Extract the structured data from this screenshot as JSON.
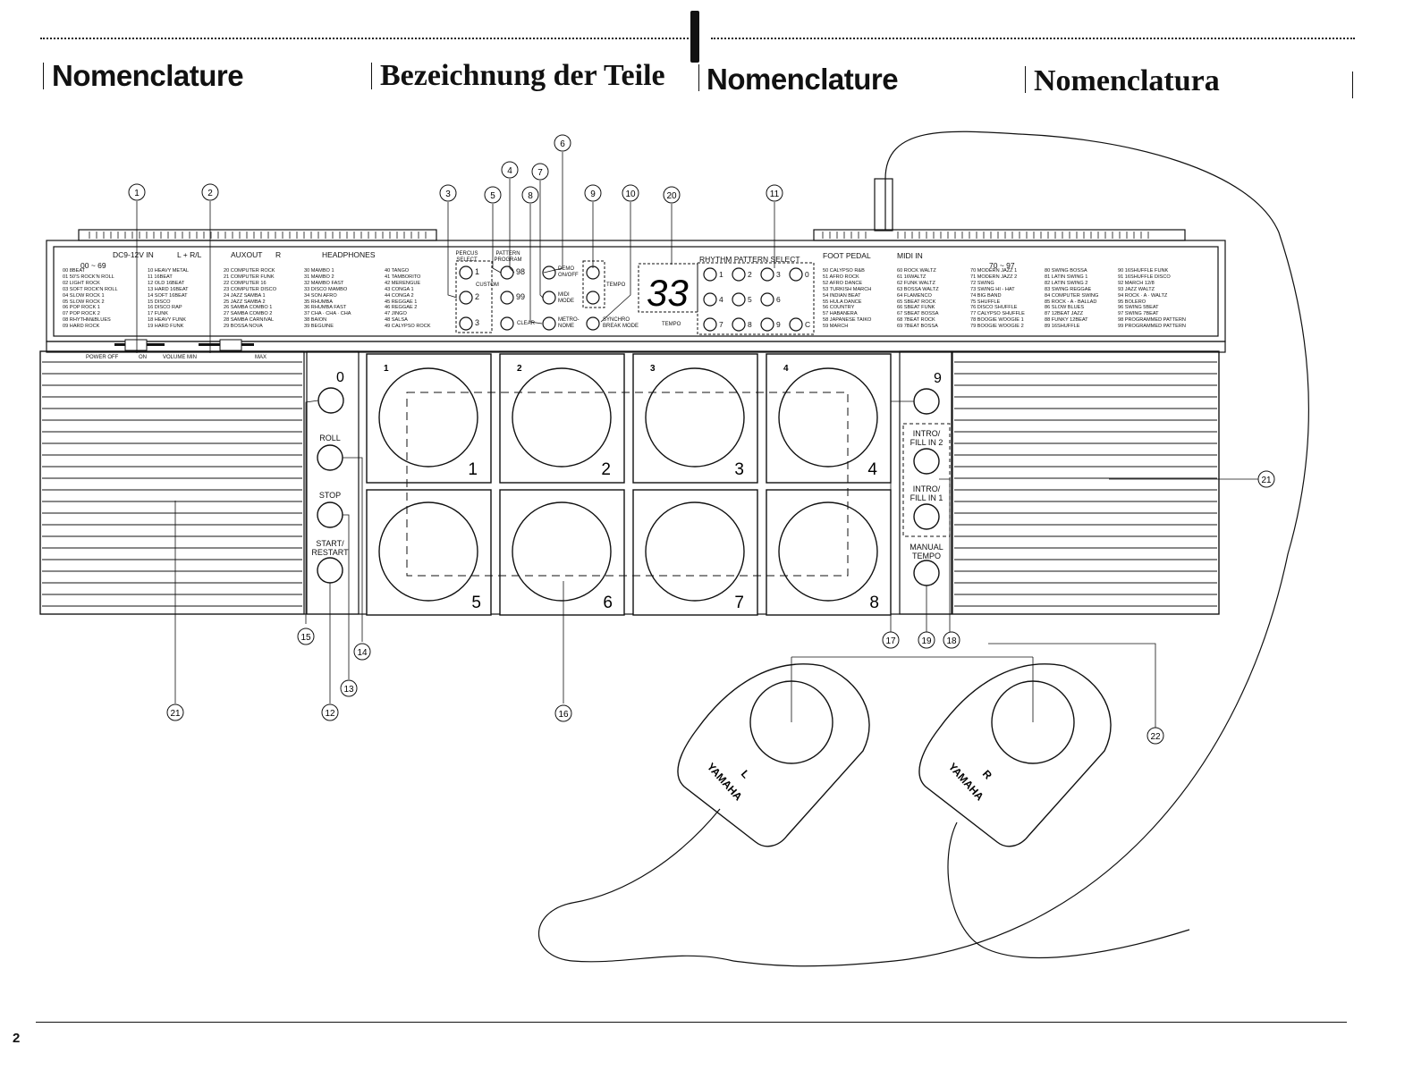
{
  "headers": [
    "Nomenclature",
    "Bezeichnung der Teile",
    "Nomenclature",
    "Nomenclatura"
  ],
  "page_number": "2",
  "connectors": {
    "dc_in": "DC9-12V IN",
    "line_out": "L + R/L",
    "aux_out": "AUXOUT",
    "aux_r": "R",
    "headphones": "HEADPHONES",
    "foot_pedal": "FOOT PEDAL",
    "midi_in": "MIDI IN",
    "power_label": "POWER OFF",
    "power_on": "ON",
    "volume_min": "VOLUME MIN",
    "volume_max": "MAX"
  },
  "rhythm_ranges": {
    "left": "00 ~ 69",
    "right": "70 ~ 97"
  },
  "rhythm_list": [
    [
      "00 8BEAT",
      "01 50'S ROCK'N ROLL",
      "02 LIGHT ROCK",
      "03 SOFT ROCK'N ROLL",
      "04 SLOW ROCK 1",
      "05 SLOW ROCK 2",
      "06 POP ROCK 1",
      "07 POP ROCK 2",
      "08 RHYTHM&BLUES",
      "09 HARD ROCK"
    ],
    [
      "10 HEAVY METAL",
      "11 16BEAT",
      "12 OLD 16BEAT",
      "13 HARD 16BEAT",
      "14 SOFT 16BEAT",
      "15 DISCO",
      "16 DISCO RAP",
      "17 FUNK",
      "18 HEAVY FUNK",
      "19 HARD FUNK"
    ],
    [
      "20 COMPUTER ROCK",
      "21 COMPUTER FUNK",
      "22 COMPUTER 16",
      "23 COMPUTER DISCO",
      "24 JAZZ SAMBA 1",
      "25 JAZZ SAMBA 2",
      "26 SAMBA COMBO 1",
      "27 SAMBA COMBO 2",
      "28 SAMBA CARNIVAL",
      "29 BOSSA NOVA"
    ],
    [
      "30 MAMBO 1",
      "31 MAMBO 2",
      "32 MAMBO FAST",
      "33 DISCO MAMBO",
      "34 SON AFRO",
      "35 RHUMBA",
      "36 RHUMBA FAST",
      "37 CHA · CHA · CHA",
      "38 BAION",
      "39 BEGUINE"
    ],
    [
      "40 TANGO",
      "41 TAMBORITO",
      "42 MERENGUE",
      "43 CONGA 1",
      "44 CONGA 2",
      "45 REGGAE 1",
      "46 REGGAE 2",
      "47 JINGO",
      "48 SALSA",
      "49 CALYPSO ROCK"
    ],
    [
      "50 CALYPSO R&B",
      "51 AFRO ROCK",
      "52 AFRO DANCE",
      "53 TURKISH MARCH",
      "54 INDIAN BEAT",
      "55 HULA DANCE",
      "56 COUNTRY",
      "57 HABANERA",
      "58 JAPANESE TAIKO",
      "59 MARCH"
    ],
    [
      "60 ROCK WALTZ",
      "61 16WALTZ",
      "62 FUNK WALTZ",
      "63 BOSSA WALTZ",
      "64 FLAMENCO",
      "65 SBEAT ROCK",
      "66 SBEAT FUNK",
      "67 SBEAT BOSSA",
      "68 7BEAT ROCK",
      "69 7BEAT BOSSA"
    ],
    [
      "70 MODERN JAZZ 1",
      "71 MODERN JAZZ 2",
      "72 SWING",
      "73 SWING HI - HAT",
      "74 BIG BAND",
      "75 SHUFFLE",
      "76 DISCO SHUFFLE",
      "77 CALYPSO SHUFFLE",
      "78 BOOGIE WOOGIE 1",
      "79 BOOGIE WOOGIE 2"
    ],
    [
      "80 SWING BOSSA",
      "81 LATIN SWING 1",
      "82 LATIN SWING 2",
      "83 SWING REGGAE",
      "84 COMPUTER SWING",
      "85 ROCK - A - BALLAD",
      "86 SLOW BLUES",
      "87 12BEAT JAZZ",
      "88 FUNKY 12BEAT",
      "89 16SHUFFLE"
    ],
    [
      "90 16SHUFFLE FUNK",
      "91 16SHUFFLE DISCO",
      "92 MARCH 12/8",
      "93 JAZZ WALTZ",
      "94 ROCK · A · WALTZ",
      "95 BOLERO",
      "96 SWING 5BEAT",
      "97 SWING 7BEAT",
      "98 PROGRAMMED PATTERN",
      "99 PROGRAMMED PATTERN"
    ]
  ],
  "panel": {
    "percus_select": "PERCUS SELECT",
    "pattern_program": "PATTERN PROGRAM",
    "custom": "CUSTOM",
    "clear": "CLEAR",
    "demo": "DEMO ON/OFF",
    "midi_mode": "MIDI MODE",
    "metronome": "METRO- NOME",
    "tempo": "TEMPO",
    "synchro": "SYNCHRO BREAK MODE",
    "display": "33",
    "rhythm_pattern_select": "RHYTHM PATTERN SELECT",
    "rps_buttons": [
      "1",
      "2",
      "3",
      "0",
      "4",
      "5",
      "6",
      "7",
      "8",
      "9",
      "C"
    ],
    "pp_98": "98",
    "pp_99": "99",
    "percus_nums": [
      "1",
      "2",
      "3"
    ]
  },
  "left_buttons": {
    "zero": "0",
    "roll": "ROLL",
    "stop": "STOP",
    "start": "START/ RESTART"
  },
  "right_buttons": {
    "nine": "9",
    "intro2": "INTRO/ FILL IN 2",
    "intro1": "INTRO/ FILL IN 1",
    "manual_tempo": "MANUAL TEMPO"
  },
  "pads": [
    {
      "num": "1",
      "tag": "1"
    },
    {
      "num": "2",
      "tag": "2"
    },
    {
      "num": "3",
      "tag": "3"
    },
    {
      "num": "4",
      "tag": "4"
    },
    {
      "num": "5",
      "tag": ""
    },
    {
      "num": "6",
      "tag": ""
    },
    {
      "num": "7",
      "tag": ""
    },
    {
      "num": "8",
      "tag": ""
    }
  ],
  "pedals": {
    "left": "L",
    "right": "R",
    "brand": "YAMAHA"
  },
  "callouts": [
    "1",
    "2",
    "3",
    "4",
    "5",
    "6",
    "7",
    "8",
    "9",
    "10",
    "11",
    "12",
    "13",
    "14",
    "15",
    "16",
    "17",
    "18",
    "19",
    "20",
    "21",
    "21",
    "22"
  ]
}
